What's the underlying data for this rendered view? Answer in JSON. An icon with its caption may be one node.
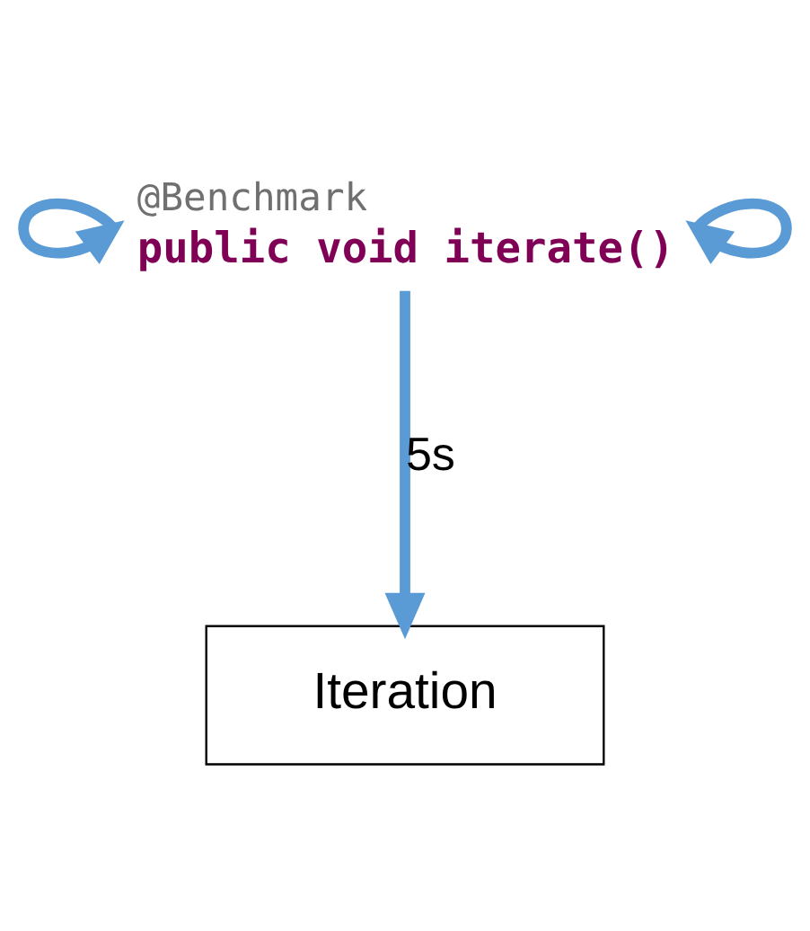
{
  "diagram": {
    "nodes": [
      {
        "text": [
          "@Benchmark",
          "public void iterate()"
        ]
      },
      {
        "text": [
          "Iteration"
        ]
      }
    ],
    "edges": [
      {
        "from": 0,
        "to": 0,
        "arrow": "to"
      },
      {
        "from": 0,
        "to": 0,
        "arrow": "to"
      },
      {
        "from": 0,
        "to": 1,
        "arrow": "to",
        "label": "5s"
      }
    ]
  }
}
